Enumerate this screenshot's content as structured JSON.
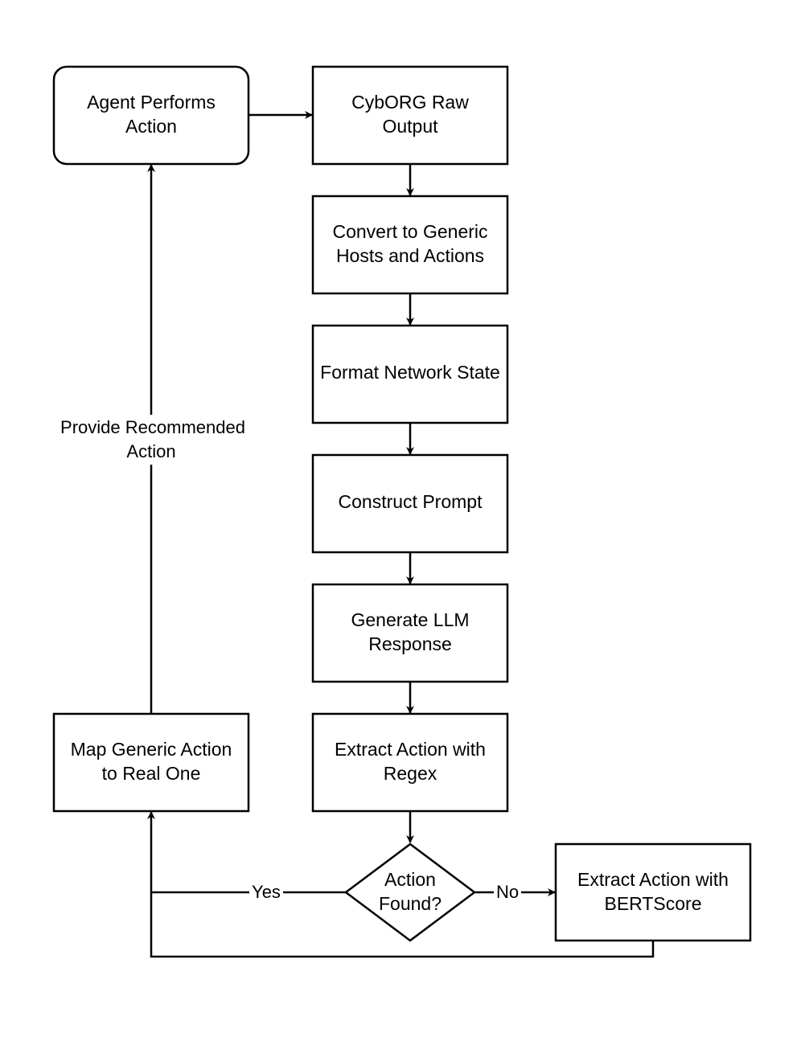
{
  "nodes": {
    "agent": {
      "lines": [
        "Agent Performs",
        "Action"
      ]
    },
    "raw": {
      "lines": [
        "CybORG Raw",
        "Output"
      ]
    },
    "convert": {
      "lines": [
        "Convert to Generic",
        "Hosts and Actions"
      ]
    },
    "format": {
      "lines": [
        "Format Network State"
      ]
    },
    "construct": {
      "lines": [
        "Construct Prompt"
      ]
    },
    "generate": {
      "lines": [
        "Generate LLM",
        "Response"
      ]
    },
    "extract_regex": {
      "lines": [
        "Extract Action with",
        "Regex"
      ]
    },
    "decision": {
      "lines": [
        "Action",
        "Found?"
      ]
    },
    "extract_bert": {
      "lines": [
        "Extract Action with",
        "BERTScore"
      ]
    },
    "map": {
      "lines": [
        "Map Generic Action",
        "to Real One"
      ]
    }
  },
  "edge_labels": {
    "recommend": [
      "Provide Recommended",
      "Action"
    ],
    "yes": "Yes",
    "no": "No"
  }
}
